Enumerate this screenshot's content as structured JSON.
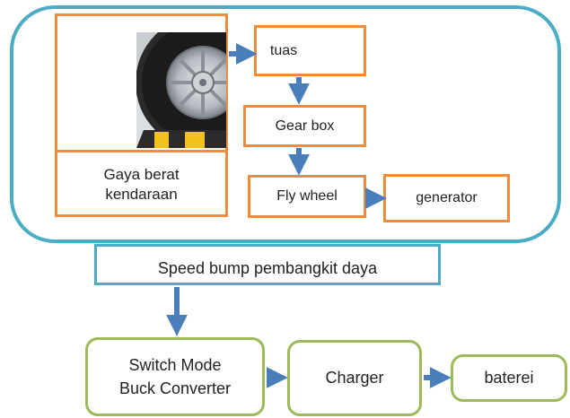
{
  "nodes": {
    "gaya": "Gaya berat\nkendaraan",
    "tuas": "tuas",
    "gearbox": "Gear box",
    "flywheel": "Fly wheel",
    "generator": "generator",
    "speedbump": "Speed bump pembangkit daya",
    "smps": "Switch Mode\nBuck Converter",
    "charger": "Charger",
    "baterei": "baterei"
  },
  "image": {
    "name": "car-tire-on-speed-bump"
  },
  "colors": {
    "orange": "#f08a3c",
    "green": "#9bbb59",
    "blue": "#4bacc6",
    "arrow": "#4a7ebb"
  }
}
